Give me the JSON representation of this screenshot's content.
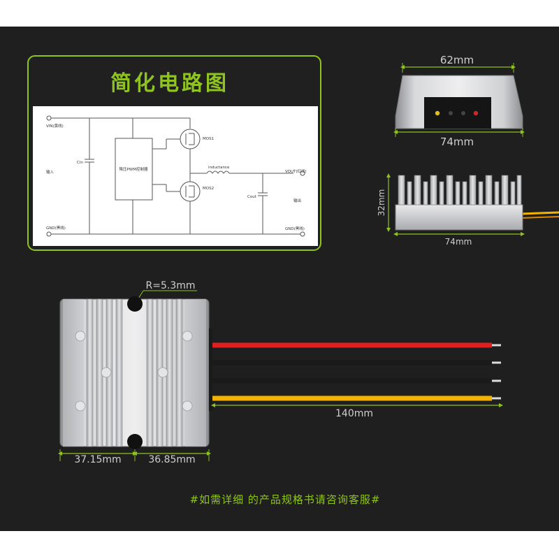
{
  "circuit_panel": {
    "title": "简化电路图",
    "vin_label": "VIN(黄线)",
    "input_label": "输入",
    "cin_label": "Cin",
    "gnd_left_label": "GND(黑线)",
    "pwm_block_label": "降压PWM控制器",
    "mos1_label": "MOS1",
    "mos2_label": "MOS2",
    "inductance_label": "inductance",
    "cout_label": "Cout",
    "vout_label": "VOUT(红线)",
    "output_label": "输出",
    "gnd_right_label": "GND(黑线)"
  },
  "front_view": {
    "top_width": "62mm",
    "bottom_width": "74mm"
  },
  "side_view": {
    "height": "32mm",
    "length": "74mm"
  },
  "top_view": {
    "hole_radius": "R=5.3mm",
    "wire_length": "140mm",
    "left_half": "37.15mm",
    "right_half": "36.85mm",
    "wire_colors": [
      "#e02020",
      "#1a1a1a",
      "#1a1a1a",
      "#f2b400"
    ]
  },
  "footer": {
    "note": "#如需详细 的产品规格书请咨询客服#"
  },
  "colors": {
    "accent_green": "#8fc31f",
    "background": "#1f1f1f",
    "dimension_text": "#8fc31f"
  }
}
